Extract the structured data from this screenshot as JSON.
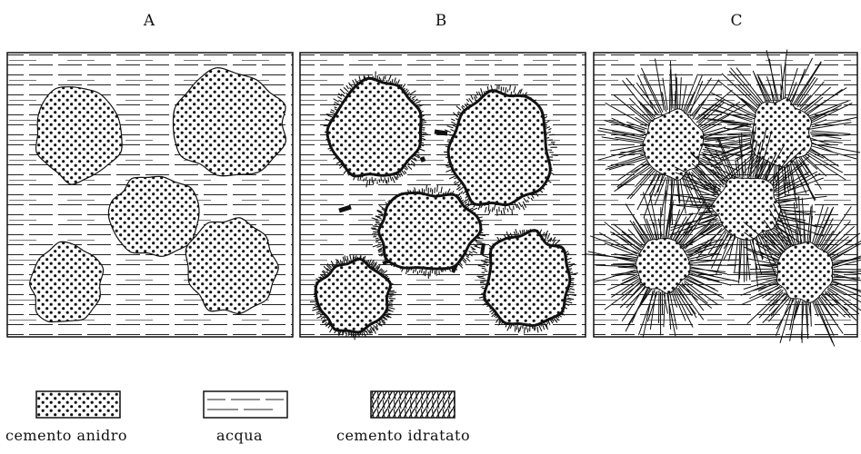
{
  "figure": {
    "panels": [
      {
        "letter": "A"
      },
      {
        "letter": "B"
      },
      {
        "letter": "C"
      }
    ]
  },
  "legend": {
    "items": [
      {
        "label": "cemento anidro"
      },
      {
        "label": "acqua"
      },
      {
        "label": "cemento idratato"
      }
    ]
  },
  "colors": {
    "ink": "#111111",
    "background": "#ffffff"
  }
}
